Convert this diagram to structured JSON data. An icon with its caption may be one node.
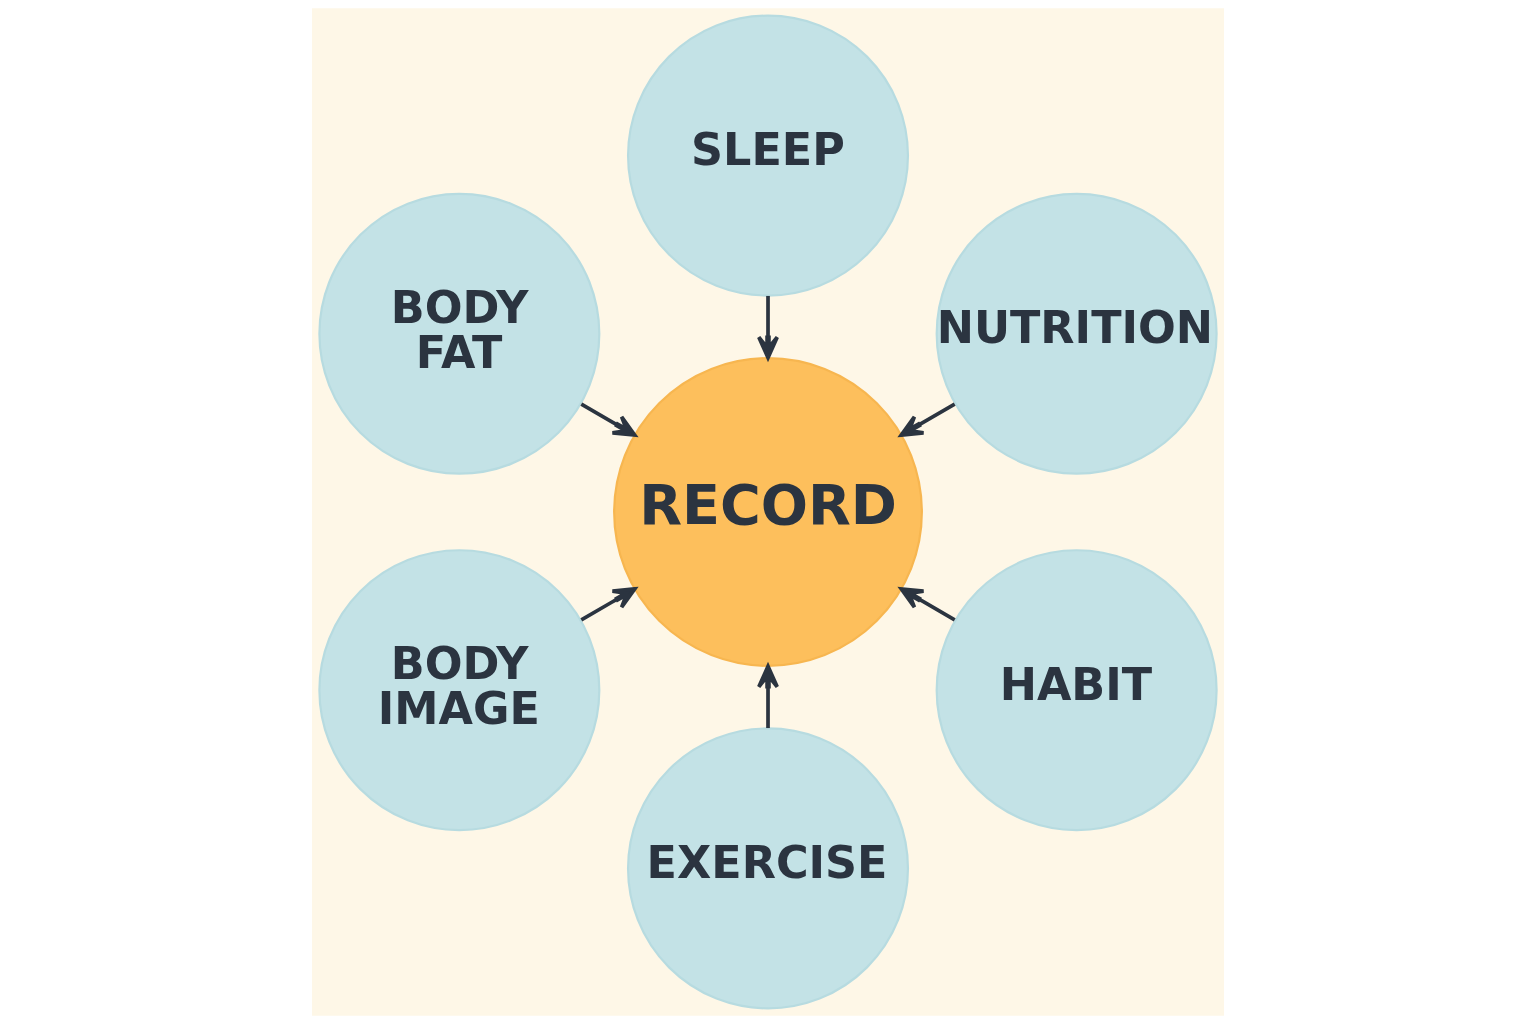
{
  "diagram": {
    "nodes": [
      {
        "text": [
          "SLEEP"
        ]
      },
      {
        "text": [
          "BODY FAT"
        ]
      },
      {
        "text": [
          "NUTRITION"
        ]
      },
      {
        "text": [
          "RECORD"
        ]
      },
      {
        "text": [
          "BODY IMAGE"
        ]
      },
      {
        "text": [
          "HABIT"
        ]
      },
      {
        "text": [
          "EXERCISE"
        ]
      }
    ],
    "edges": [
      {
        "from": 0,
        "to": 3,
        "arrow": "to"
      },
      {
        "from": 2,
        "to": 3,
        "arrow": "to"
      },
      {
        "from": 5,
        "to": 3,
        "arrow": "to"
      },
      {
        "from": 6,
        "to": 3,
        "arrow": "to"
      },
      {
        "from": 4,
        "to": 3,
        "arrow": "to"
      },
      {
        "from": 1,
        "to": 3,
        "arrow": "to"
      }
    ]
  }
}
